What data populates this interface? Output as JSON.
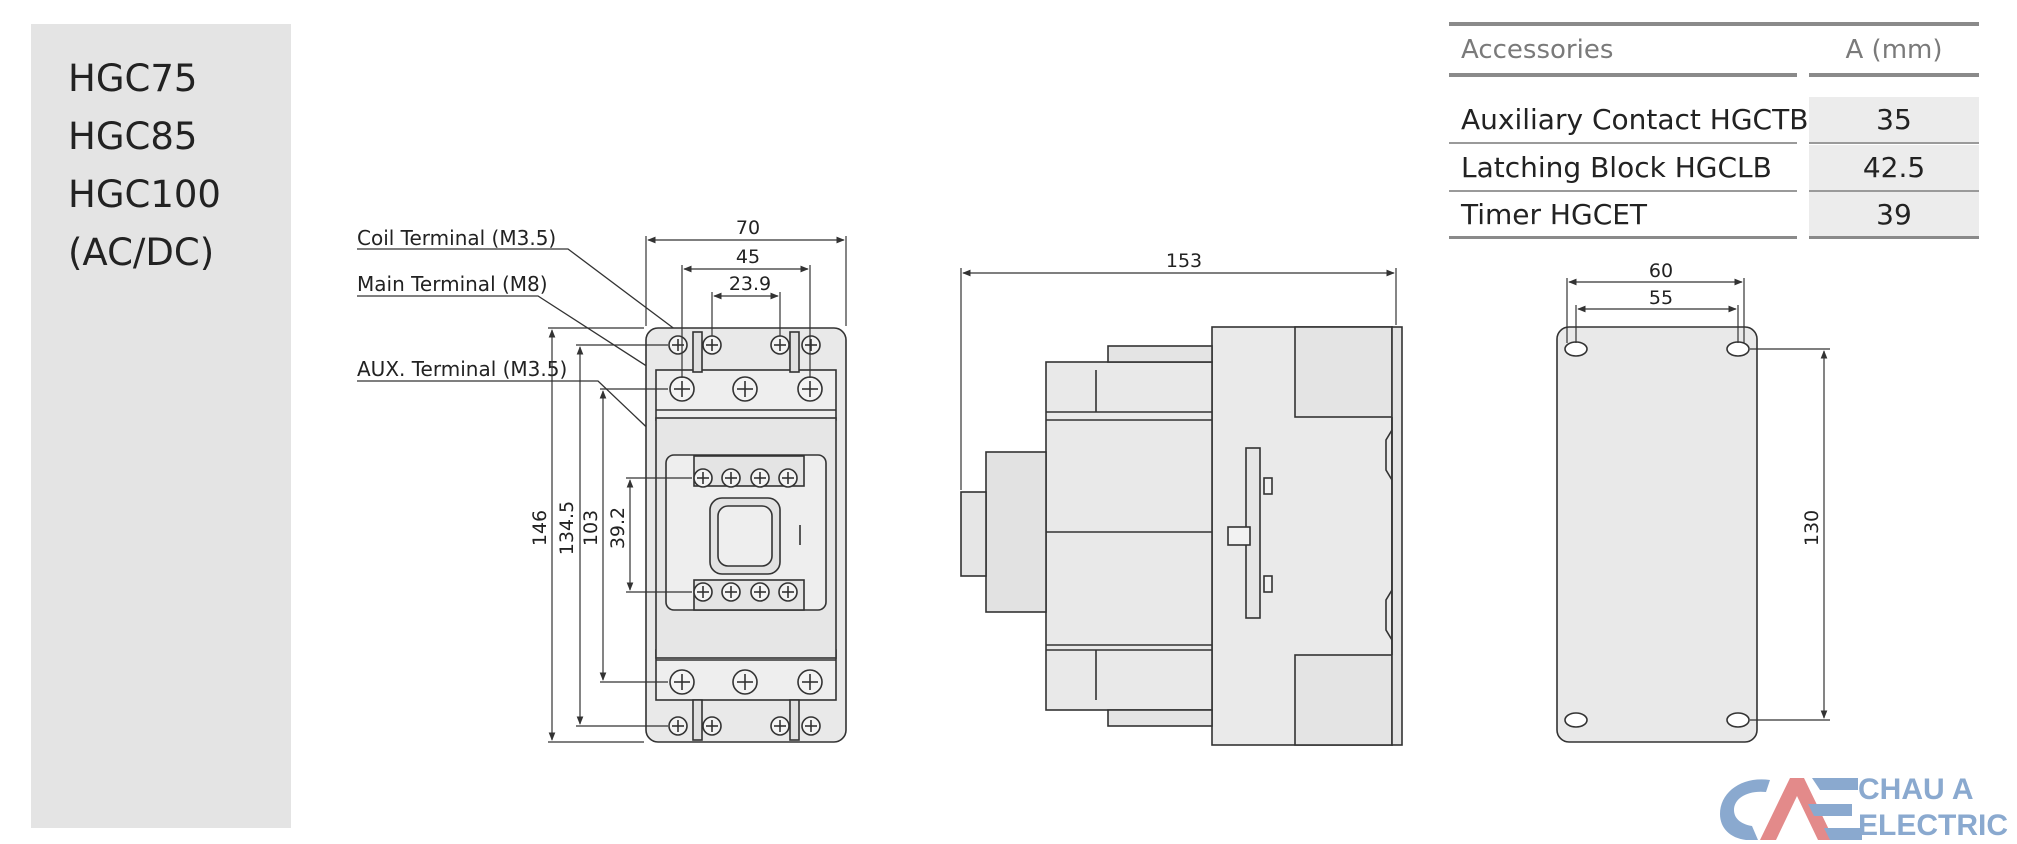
{
  "models": [
    "HGC75",
    "HGC85",
    "HGC100",
    "(AC/DC)"
  ],
  "accessories_table": {
    "headers": [
      "Accessories",
      "A (mm)"
    ],
    "rows": [
      {
        "name": "Auxiliary Contact  HGCTB",
        "value": "35"
      },
      {
        "name": "Latching Block  HGCLB",
        "value": "42.5"
      },
      {
        "name": "Timer HGCET",
        "value": "39"
      }
    ]
  },
  "callouts": {
    "coil_terminal": "Coil Terminal (M3.5)",
    "main_terminal": "Main Terminal (M8)",
    "aux_terminal": "AUX. Terminal (M3.5)"
  },
  "front_view_dims": {
    "width_70": "70",
    "width_45": "45",
    "width_23_9": "23.9",
    "height_146": "146",
    "height_134_5": "134.5",
    "height_103": "103",
    "height_39_2": "39.2"
  },
  "side_view_dims": {
    "depth_153": "153"
  },
  "mount_view_dims": {
    "width_60": "60",
    "width_55": "55",
    "height_130": "130"
  },
  "logo": {
    "line1": "CHAU A",
    "line2": "ELECTRIC"
  },
  "colors": {
    "sidebar_bg": "#e4e4e4",
    "body_fill": "#e8e8e8",
    "line": "#333333",
    "logo_blue": "#8aa9cf",
    "logo_red": "#e38a8a"
  }
}
